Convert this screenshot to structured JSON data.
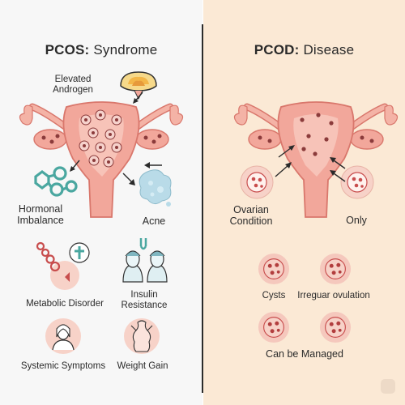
{
  "left": {
    "title_strong": "PCOS:",
    "title_rest": " Syndrome",
    "labels": {
      "elevated": "Elevated",
      "androgen": "Androgen",
      "hormonal": "Hormonal",
      "imbalance": "Imbalance",
      "acne": "Acne",
      "metabolic": "Metabolic Disorder",
      "insulin": "Insulin",
      "resistance": "Resistance",
      "systemic": "Systemic Symptoms",
      "weight": "Weight Gain"
    }
  },
  "right": {
    "title_strong": "PCOD:",
    "title_rest": " Disease",
    "labels": {
      "ovarian": "Ovarian",
      "condition": "Condition",
      "only": "Only",
      "cysts": "Cysts",
      "irregular": "Irreguar ovulation",
      "managed": "Can be Managed"
    }
  },
  "colors": {
    "left_bg": "#f7f7f7",
    "right_bg": "#fbe9d5",
    "uterus": "#f2a79b",
    "uterus_line": "#d9776c",
    "icon_circle": "#f7d2c8",
    "teal": "#4aa7a0",
    "blue_blob": "#b9dbe8"
  },
  "icons": [
    "uterus-icon",
    "brain-icon",
    "hormone-molecule-icon",
    "acne-blob-icon",
    "metabolic-icon",
    "insulin-icon",
    "person-icon",
    "body-icon",
    "cyst-icon"
  ]
}
